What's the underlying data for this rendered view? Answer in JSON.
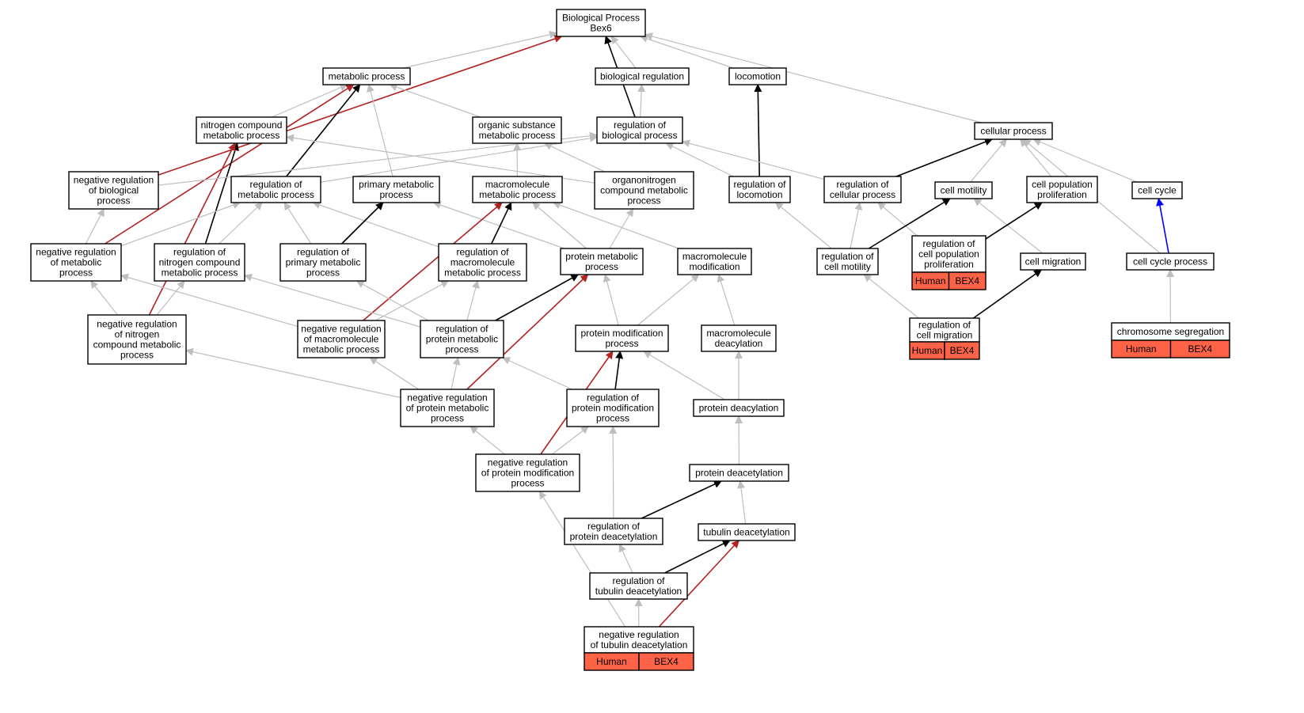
{
  "colors": {
    "is_a": "#bebebe",
    "regulates": "#000000",
    "negatively_regulates": "#b22222",
    "part_of": "#0000ff",
    "annotation": "#ff6347"
  },
  "nodes": [
    {
      "id": "bp",
      "lines": [
        "Biological Process",
        "Bex6"
      ]
    },
    {
      "id": "metabolic",
      "lines": [
        "metabolic process"
      ]
    },
    {
      "id": "bioreg",
      "lines": [
        "biological regulation"
      ]
    },
    {
      "id": "locomotion",
      "lines": [
        "locomotion"
      ]
    },
    {
      "id": "nitrogen",
      "lines": [
        "nitrogen compound",
        "metabolic process"
      ]
    },
    {
      "id": "organic",
      "lines": [
        "organic substance",
        "metabolic process"
      ]
    },
    {
      "id": "regbio",
      "lines": [
        "regulation of",
        "biological process"
      ]
    },
    {
      "id": "cellular",
      "lines": [
        "cellular process"
      ]
    },
    {
      "id": "negregbio",
      "lines": [
        "negative regulation",
        "of biological",
        "process"
      ]
    },
    {
      "id": "regmet",
      "lines": [
        "regulation of",
        "metabolic process"
      ]
    },
    {
      "id": "primary",
      "lines": [
        "primary metabolic",
        "process"
      ]
    },
    {
      "id": "macromet",
      "lines": [
        "macromolecule",
        "metabolic process"
      ]
    },
    {
      "id": "organonitro",
      "lines": [
        "organonitrogen",
        "compound metabolic",
        "process"
      ]
    },
    {
      "id": "regloco",
      "lines": [
        "regulation of",
        "locomotion"
      ]
    },
    {
      "id": "regcell",
      "lines": [
        "regulation of",
        "cellular process"
      ]
    },
    {
      "id": "motility",
      "lines": [
        "cell motility"
      ]
    },
    {
      "id": "popprolif",
      "lines": [
        "cell population",
        "proliferation"
      ]
    },
    {
      "id": "cellcycle",
      "lines": [
        "cell cycle"
      ]
    },
    {
      "id": "negregmet",
      "lines": [
        "negative regulation",
        "of metabolic",
        "process"
      ]
    },
    {
      "id": "regnitro",
      "lines": [
        "regulation of",
        "nitrogen compound",
        "metabolic process"
      ]
    },
    {
      "id": "regprimary",
      "lines": [
        "regulation of",
        "primary metabolic",
        "process"
      ]
    },
    {
      "id": "regmacro",
      "lines": [
        "regulation of",
        "macromolecule",
        "metabolic process"
      ]
    },
    {
      "id": "protmet",
      "lines": [
        "protein metabolic",
        "process"
      ]
    },
    {
      "id": "macromod",
      "lines": [
        "macromolecule",
        "modification"
      ]
    },
    {
      "id": "regmotility",
      "lines": [
        "regulation of",
        "cell motility"
      ]
    },
    {
      "id": "regpopprolif",
      "lines": [
        "regulation of",
        "cell population",
        "proliferation"
      ],
      "tags": [
        "Human",
        "BEX4"
      ]
    },
    {
      "id": "migration",
      "lines": [
        "cell migration"
      ]
    },
    {
      "id": "cycleproc",
      "lines": [
        "cell cycle process"
      ]
    },
    {
      "id": "negregnitro",
      "lines": [
        "negative regulation",
        "of nitrogen",
        "compound metabolic",
        "process"
      ]
    },
    {
      "id": "negregmacro",
      "lines": [
        "negative regulation",
        "of macromolecule",
        "metabolic process"
      ]
    },
    {
      "id": "regprotmet",
      "lines": [
        "regulation of",
        "protein metabolic",
        "process"
      ]
    },
    {
      "id": "protmod",
      "lines": [
        "protein modification",
        "process"
      ]
    },
    {
      "id": "macrodeacyl",
      "lines": [
        "macromolecule",
        "deacylation"
      ]
    },
    {
      "id": "regmigration",
      "lines": [
        "regulation of",
        "cell migration"
      ],
      "tags": [
        "Human",
        "BEX4"
      ]
    },
    {
      "id": "chromseg",
      "lines": [
        "chromosome segregation"
      ],
      "tags": [
        "Human",
        "BEX4"
      ]
    },
    {
      "id": "negregprotmet",
      "lines": [
        "negative regulation",
        "of protein metabolic",
        "process"
      ]
    },
    {
      "id": "regprotmod",
      "lines": [
        "regulation of",
        "protein modification",
        "process"
      ]
    },
    {
      "id": "protdeacyl",
      "lines": [
        "protein deacylation"
      ]
    },
    {
      "id": "negregprotmod",
      "lines": [
        "negative regulation",
        "of protein modification",
        "process"
      ]
    },
    {
      "id": "protdeacet",
      "lines": [
        "protein deacetylation"
      ]
    },
    {
      "id": "regprotdeacet",
      "lines": [
        "regulation of",
        "protein deacetylation"
      ]
    },
    {
      "id": "tubdeacet",
      "lines": [
        "tubulin deacetylation"
      ]
    },
    {
      "id": "regtubdeacet",
      "lines": [
        "regulation of",
        "tubulin deacetylation"
      ]
    },
    {
      "id": "negregtubdeacet",
      "lines": [
        "negative regulation",
        "of tubulin deacetylation"
      ],
      "tags": [
        "Human",
        "BEX4"
      ]
    }
  ],
  "edges": [
    {
      "from": "metabolic",
      "to": "bp",
      "kind": "is_a"
    },
    {
      "from": "bioreg",
      "to": "bp",
      "kind": "is_a"
    },
    {
      "from": "locomotion",
      "to": "bp",
      "kind": "is_a"
    },
    {
      "from": "cellular",
      "to": "bp",
      "kind": "is_a"
    },
    {
      "from": "regbio",
      "to": "bp",
      "kind": "regulates"
    },
    {
      "from": "negregbio",
      "to": "bp",
      "kind": "negatively_regulates"
    },
    {
      "from": "regbio",
      "to": "bioreg",
      "kind": "is_a"
    },
    {
      "from": "nitrogen",
      "to": "metabolic",
      "kind": "is_a"
    },
    {
      "from": "organic",
      "to": "metabolic",
      "kind": "is_a"
    },
    {
      "from": "primary",
      "to": "metabolic",
      "kind": "is_a"
    },
    {
      "from": "regmet",
      "to": "metabolic",
      "kind": "regulates"
    },
    {
      "from": "negregmet",
      "to": "metabolic",
      "kind": "negatively_regulates"
    },
    {
      "from": "regloco",
      "to": "locomotion",
      "kind": "regulates"
    },
    {
      "from": "regnitro",
      "to": "nitrogen",
      "kind": "regulates"
    },
    {
      "from": "negregnitro",
      "to": "nitrogen",
      "kind": "negatively_regulates"
    },
    {
      "from": "organonitro",
      "to": "nitrogen",
      "kind": "is_a"
    },
    {
      "from": "macromet",
      "to": "organic",
      "kind": "is_a"
    },
    {
      "from": "organonitro",
      "to": "organic",
      "kind": "is_a"
    },
    {
      "from": "negregbio",
      "to": "regbio",
      "kind": "is_a"
    },
    {
      "from": "regmet",
      "to": "regbio",
      "kind": "is_a"
    },
    {
      "from": "regloco",
      "to": "regbio",
      "kind": "is_a"
    },
    {
      "from": "regcell",
      "to": "regbio",
      "kind": "is_a"
    },
    {
      "from": "regcell",
      "to": "cellular",
      "kind": "regulates"
    },
    {
      "from": "motility",
      "to": "cellular",
      "kind": "is_a"
    },
    {
      "from": "popprolif",
      "to": "cellular",
      "kind": "is_a"
    },
    {
      "from": "cellcycle",
      "to": "cellular",
      "kind": "is_a"
    },
    {
      "from": "cycleproc",
      "to": "cellular",
      "kind": "is_a"
    },
    {
      "from": "negregmet",
      "to": "negregbio",
      "kind": "is_a"
    },
    {
      "from": "negregmet",
      "to": "regmet",
      "kind": "is_a"
    },
    {
      "from": "regnitro",
      "to": "regmet",
      "kind": "is_a"
    },
    {
      "from": "regprimary",
      "to": "regmet",
      "kind": "is_a"
    },
    {
      "from": "regmacro",
      "to": "regmet",
      "kind": "is_a"
    },
    {
      "from": "regprimary",
      "to": "primary",
      "kind": "regulates"
    },
    {
      "from": "protmet",
      "to": "primary",
      "kind": "is_a"
    },
    {
      "from": "regmacro",
      "to": "macromet",
      "kind": "regulates"
    },
    {
      "from": "negregmacro",
      "to": "macromet",
      "kind": "negatively_regulates"
    },
    {
      "from": "protmet",
      "to": "macromet",
      "kind": "is_a"
    },
    {
      "from": "macromod",
      "to": "macromet",
      "kind": "is_a"
    },
    {
      "from": "protmet",
      "to": "organonitro",
      "kind": "is_a"
    },
    {
      "from": "regmotility",
      "to": "regloco",
      "kind": "is_a"
    },
    {
      "from": "regmotility",
      "to": "regcell",
      "kind": "is_a"
    },
    {
      "from": "regpopprolif",
      "to": "regcell",
      "kind": "is_a"
    },
    {
      "from": "regmotility",
      "to": "motility",
      "kind": "regulates"
    },
    {
      "from": "migration",
      "to": "motility",
      "kind": "is_a"
    },
    {
      "from": "regpopprolif",
      "to": "popprolif",
      "kind": "regulates"
    },
    {
      "from": "cycleproc",
      "to": "cellcycle",
      "kind": "part_of"
    },
    {
      "from": "negregnitro",
      "to": "negregmet",
      "kind": "is_a"
    },
    {
      "from": "negregnitro",
      "to": "regnitro",
      "kind": "is_a"
    },
    {
      "from": "negregmacro",
      "to": "negregmet",
      "kind": "is_a"
    },
    {
      "from": "negregmacro",
      "to": "regmacro",
      "kind": "is_a"
    },
    {
      "from": "regprotmet",
      "to": "regnitro",
      "kind": "is_a"
    },
    {
      "from": "regprotmet",
      "to": "regprimary",
      "kind": "is_a"
    },
    {
      "from": "regprotmet",
      "to": "regmacro",
      "kind": "is_a"
    },
    {
      "from": "regprotmet",
      "to": "protmet",
      "kind": "regulates"
    },
    {
      "from": "negregprotmet",
      "to": "protmet",
      "kind": "negatively_regulates"
    },
    {
      "from": "protmod",
      "to": "protmet",
      "kind": "is_a"
    },
    {
      "from": "protmod",
      "to": "macromod",
      "kind": "is_a"
    },
    {
      "from": "macrodeacyl",
      "to": "macromod",
      "kind": "is_a"
    },
    {
      "from": "regmigration",
      "to": "regmotility",
      "kind": "is_a"
    },
    {
      "from": "regmigration",
      "to": "migration",
      "kind": "regulates"
    },
    {
      "from": "chromseg",
      "to": "cycleproc",
      "kind": "is_a"
    },
    {
      "from": "negregprotmet",
      "to": "negregnitro",
      "kind": "is_a"
    },
    {
      "from": "negregprotmet",
      "to": "negregmacro",
      "kind": "is_a"
    },
    {
      "from": "negregprotmet",
      "to": "regprotmet",
      "kind": "is_a"
    },
    {
      "from": "regprotmod",
      "to": "regprotmet",
      "kind": "is_a"
    },
    {
      "from": "regprotmod",
      "to": "protmod",
      "kind": "regulates"
    },
    {
      "from": "negregprotmod",
      "to": "protmod",
      "kind": "negatively_regulates"
    },
    {
      "from": "protdeacyl",
      "to": "protmod",
      "kind": "is_a"
    },
    {
      "from": "protdeacyl",
      "to": "macrodeacyl",
      "kind": "is_a"
    },
    {
      "from": "negregprotmod",
      "to": "negregprotmet",
      "kind": "is_a"
    },
    {
      "from": "negregprotmod",
      "to": "regprotmod",
      "kind": "is_a"
    },
    {
      "from": "regprotdeacet",
      "to": "regprotmod",
      "kind": "is_a"
    },
    {
      "from": "protdeacet",
      "to": "protdeacyl",
      "kind": "is_a"
    },
    {
      "from": "regprotdeacet",
      "to": "protdeacet",
      "kind": "regulates"
    },
    {
      "from": "tubdeacet",
      "to": "protdeacet",
      "kind": "is_a"
    },
    {
      "from": "regtubdeacet",
      "to": "regprotdeacet",
      "kind": "is_a"
    },
    {
      "from": "regtubdeacet",
      "to": "tubdeacet",
      "kind": "regulates"
    },
    {
      "from": "negregtubdeacet",
      "to": "tubdeacet",
      "kind": "negatively_regulates"
    },
    {
      "from": "negregtubdeacet",
      "to": "regtubdeacet",
      "kind": "is_a"
    },
    {
      "from": "negregtubdeacet",
      "to": "negregprotmod",
      "kind": "is_a"
    }
  ]
}
